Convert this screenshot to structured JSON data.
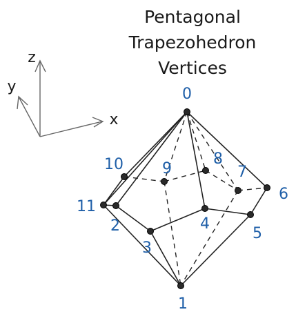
{
  "title_lines": [
    "Pentagonal",
    "Trapezohedron",
    "Vertices"
  ],
  "axes": {
    "x_label": "x",
    "y_label": "y",
    "z_label": "z"
  },
  "vertex_labels": [
    "0",
    "1",
    "2",
    "3",
    "4",
    "5",
    "6",
    "7",
    "8",
    "9",
    "10",
    "11"
  ],
  "colors": {
    "ink": "#222222",
    "label_blue": "#1f5fa8"
  }
}
